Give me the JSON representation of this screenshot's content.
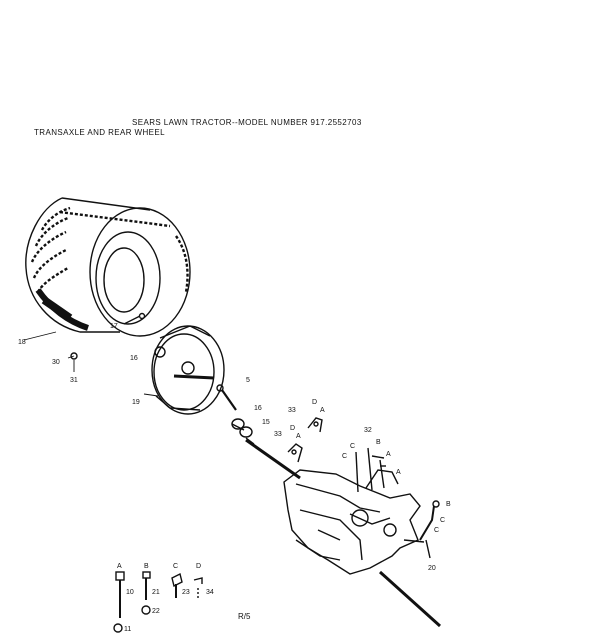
{
  "header": {
    "title": "SEARS LAWN TRACTOR--MODEL NUMBER 917.2552703",
    "subtitle": "TRANSAXLE AND REAR WHEEL"
  },
  "page_ref": "R/5",
  "callouts": {
    "tire": "18",
    "valve": "17",
    "washer_wheel": "16",
    "rim": "19",
    "cap_30": "30",
    "cap_31": "31",
    "bolt_5": "5",
    "spacer_16": "16",
    "spacer_15": "15",
    "bracket_33a": "33",
    "bracket_33b": "33",
    "D_upper": "D",
    "A_upper": "A",
    "C_left_a": "C",
    "C_left_b": "C",
    "num_32": "32",
    "B_mid": "B",
    "A_mid1": "A",
    "A_mid2": "A",
    "B_right": "B",
    "C_right_a": "C",
    "C_right_b": "C",
    "num_20": "20"
  },
  "hardware_legend": {
    "A": "A",
    "B": "B",
    "C": "C",
    "D": "D",
    "n10": "10",
    "n21": "21",
    "n23": "23",
    "n34": "34",
    "n22": "22",
    "n11": "11"
  }
}
